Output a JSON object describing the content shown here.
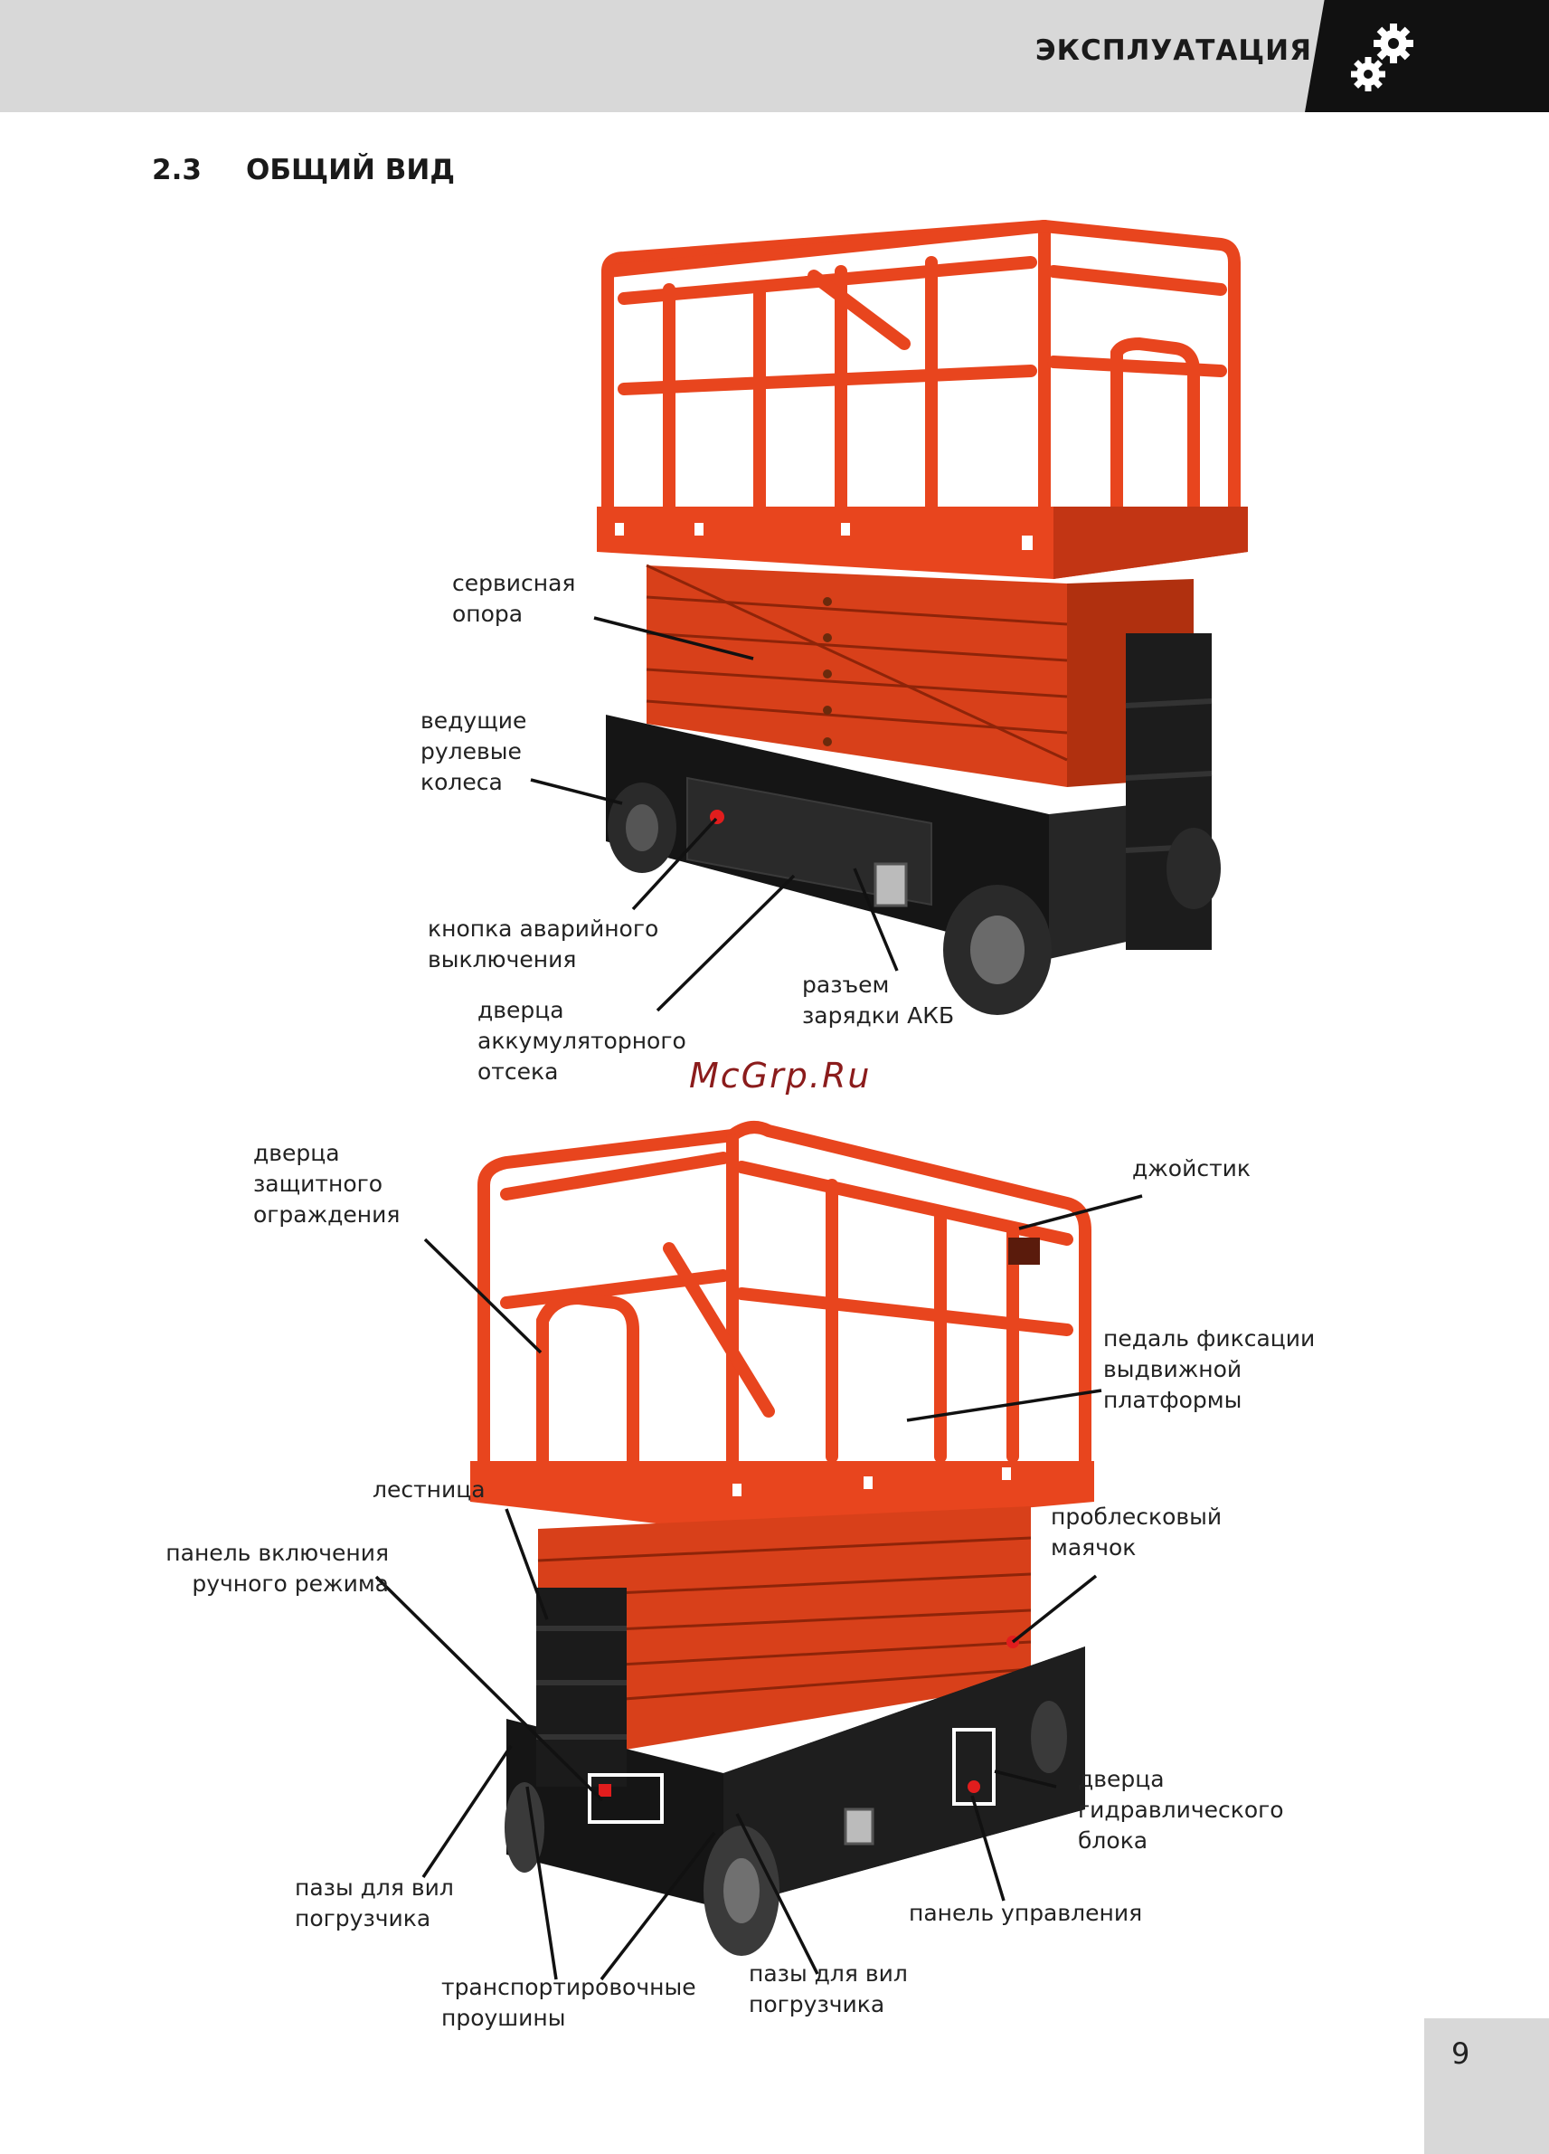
{
  "header": {
    "section_title": "ЭКСПЛУАТАЦИЯ",
    "icon": "gears-icon"
  },
  "heading": {
    "number": "2.3",
    "text": "ОБЩИЙ ВИД"
  },
  "watermark": "McGrp.Ru",
  "page_number": "9",
  "colors": {
    "lift_orange": "#e8451e",
    "lift_dark_orange": "#c23514",
    "base_black": "#151515",
    "header_gray": "#d8d8d8"
  },
  "top_view_labels": {
    "service_support": [
      "сервисная",
      "опора"
    ],
    "drive_wheels": [
      "ведущие",
      "рулевые",
      "колеса"
    ],
    "emergency_button": [
      "кнопка аварийного",
      "выключения"
    ],
    "battery_door": [
      "дверца",
      "аккумуляторного",
      "отсека"
    ],
    "charge_connector": [
      "разъем",
      "зарядки АКБ"
    ]
  },
  "bottom_view_labels": {
    "guard_door": [
      "дверца",
      "защитного",
      "ограждения"
    ],
    "joystick": [
      "джойстик"
    ],
    "platform_pedal": [
      "педаль фиксации",
      "выдвижной",
      "платформы"
    ],
    "ladder": [
      "лестница"
    ],
    "manual_panel": [
      "панель включения",
      "ручного режима"
    ],
    "beacon": [
      "проблесковый",
      "маячок"
    ],
    "hydraulic_door": [
      "дверца",
      "гидравлического",
      "блока"
    ],
    "forklift_slots_left": [
      "пазы для вил",
      "погрузчика"
    ],
    "control_panel": [
      "панель управления"
    ],
    "transport_eyes": [
      "транспортировочные",
      "проушины"
    ],
    "forklift_slots_right": [
      "пазы для вил",
      "погрузчика"
    ]
  }
}
